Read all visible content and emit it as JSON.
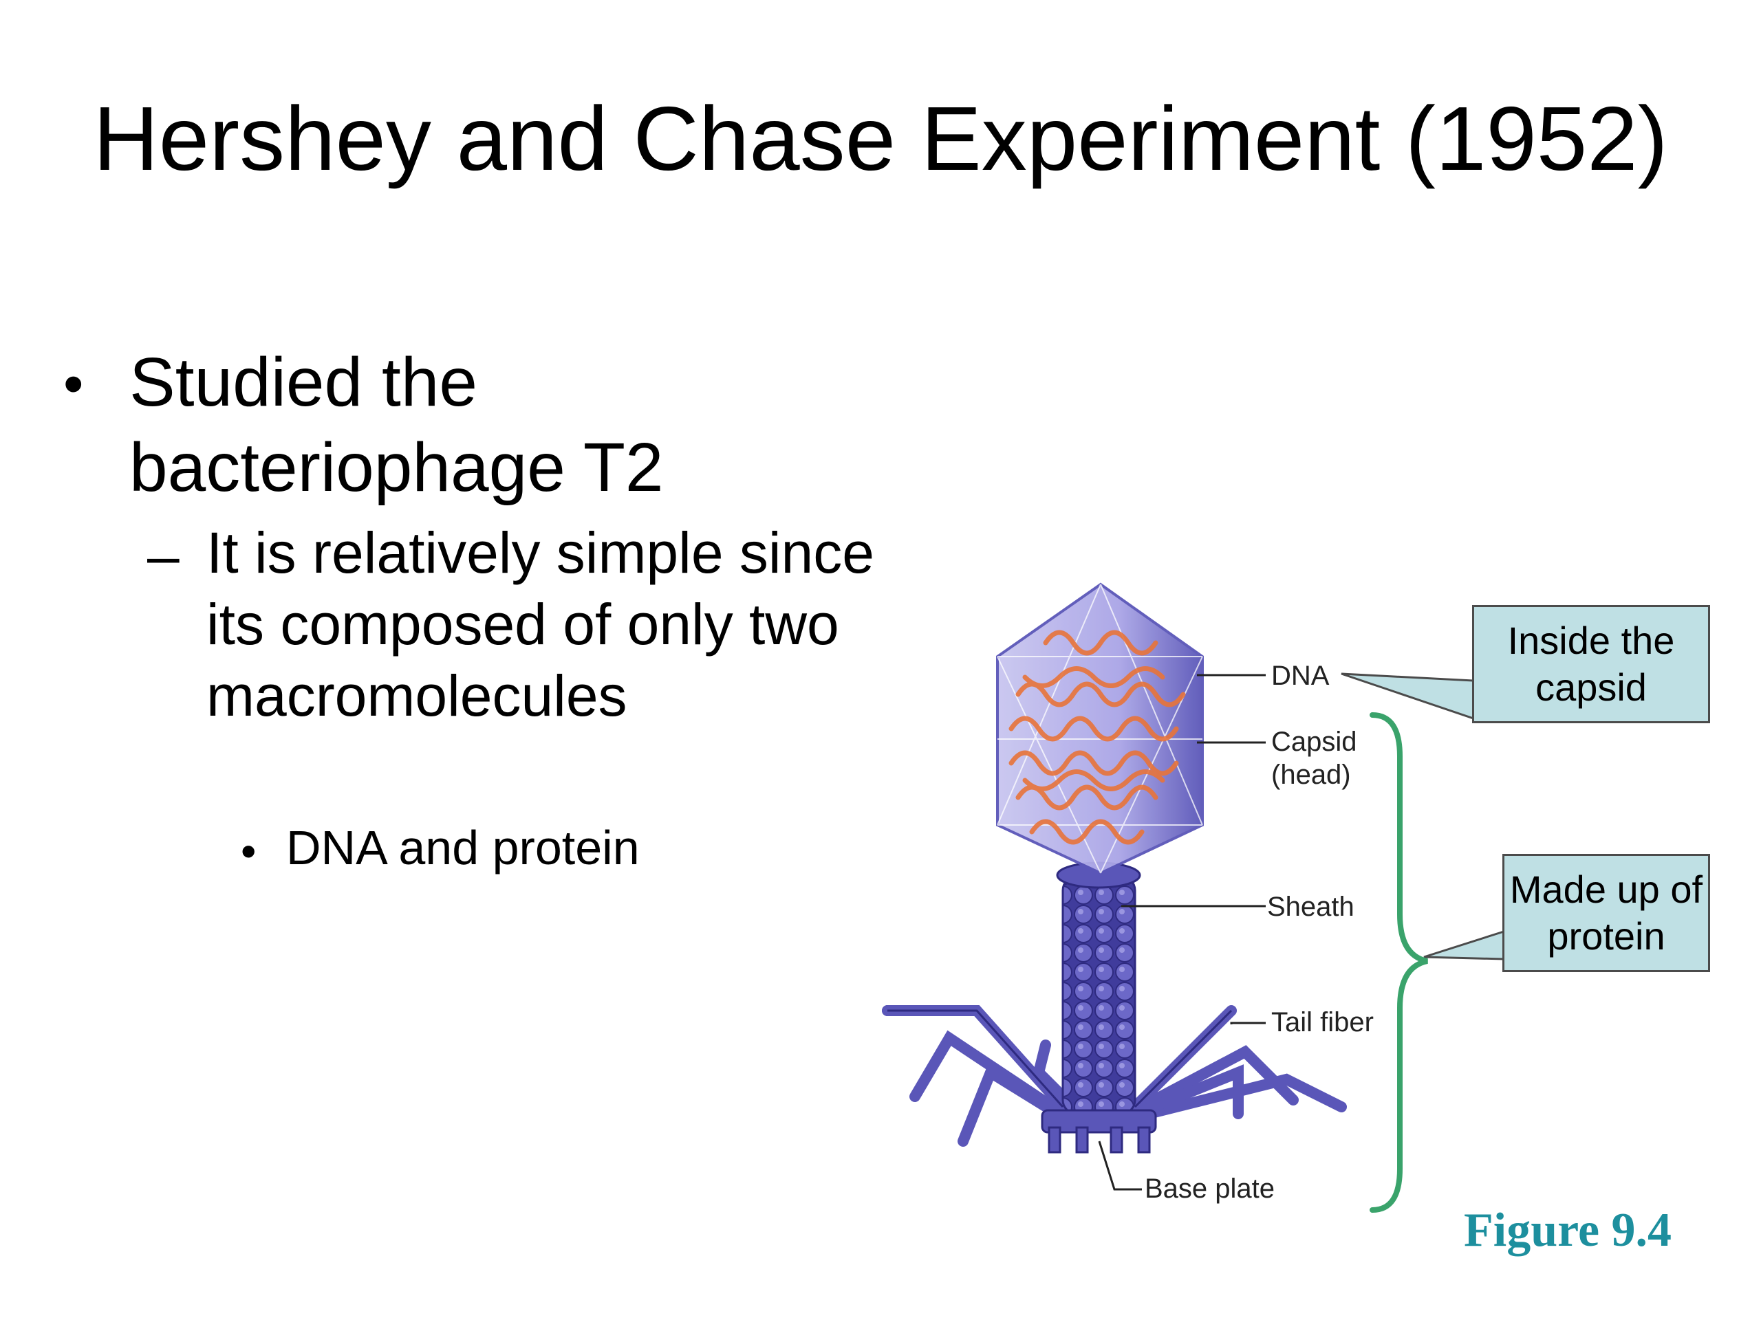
{
  "slide": {
    "title": "Hershey and Chase Experiment (1952)",
    "bullets": {
      "level1_marker": "•",
      "level1": "Studied the bacteriophage T2",
      "level2_marker": "–",
      "level2": "It is relatively simple since its composed of only two macromolecules",
      "level3_marker": "•",
      "level3": "DNA and protein"
    }
  },
  "diagram": {
    "labels": {
      "dna": "DNA",
      "capsid": "Capsid",
      "capsid_sub": "(head)",
      "sheath": "Sheath",
      "tail_fiber": "Tail fiber",
      "base_plate": "Base plate"
    },
    "callouts": {
      "inside_capsid": "Inside the capsid",
      "made_of_protein": "Made up of protein"
    },
    "figure_label": "Figure 9.4",
    "colors": {
      "phage_body": "#5a56b8",
      "dna_strand": "#e8743a",
      "callout_fill": "#bfe0e4",
      "brace": "#3aa36b",
      "figure_label": "#1d8f9e"
    }
  }
}
